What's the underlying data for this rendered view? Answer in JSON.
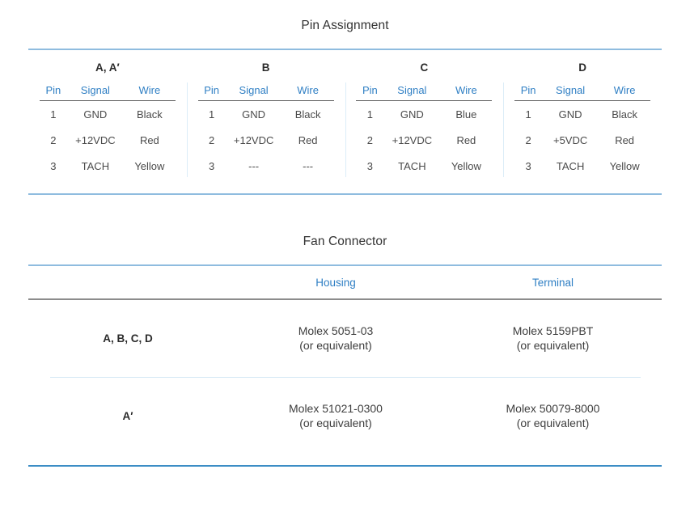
{
  "pin_assignment": {
    "title": "Pin Assignment",
    "columns": [
      "Pin",
      "Signal",
      "Wire"
    ],
    "tables": [
      {
        "name": "A, A′",
        "rows": [
          [
            "1",
            "GND",
            "Black"
          ],
          [
            "2",
            "+12VDC",
            "Red"
          ],
          [
            "3",
            "TACH",
            "Yellow"
          ]
        ]
      },
      {
        "name": "B",
        "rows": [
          [
            "1",
            "GND",
            "Black"
          ],
          [
            "2",
            "+12VDC",
            "Red"
          ],
          [
            "3",
            "---",
            "---"
          ]
        ]
      },
      {
        "name": "C",
        "rows": [
          [
            "1",
            "GND",
            "Blue"
          ],
          [
            "2",
            "+12VDC",
            "Red"
          ],
          [
            "3",
            "TACH",
            "Yellow"
          ]
        ]
      },
      {
        "name": "D",
        "rows": [
          [
            "1",
            "GND",
            "Black"
          ],
          [
            "2",
            "+5VDC",
            "Red"
          ],
          [
            "3",
            "TACH",
            "Yellow"
          ]
        ]
      }
    ]
  },
  "fan_connector": {
    "title": "Fan Connector",
    "columns": [
      "",
      "Housing",
      "Terminal"
    ],
    "rows": [
      {
        "group": "A, B, C, D",
        "housing": "Molex 5051-03",
        "housing_note": "(or equivalent)",
        "terminal": "Molex 5159PBT",
        "terminal_note": "(or equivalent)"
      },
      {
        "group": "A′",
        "housing": "Molex 51021-0300",
        "housing_note": "(or equivalent)",
        "terminal": "Molex 50079-8000",
        "terminal_note": "(or equivalent)"
      }
    ]
  },
  "colors": {
    "header_blue": "#2f7fc4",
    "rule_blue_light": "#8fbcdf",
    "rule_blue_strong": "#3c8dc5",
    "rule_gray": "#8c8c8c",
    "divider_light": "#d3e7f4",
    "body_text": "#4a4a4a",
    "title_text": "#333333"
  }
}
